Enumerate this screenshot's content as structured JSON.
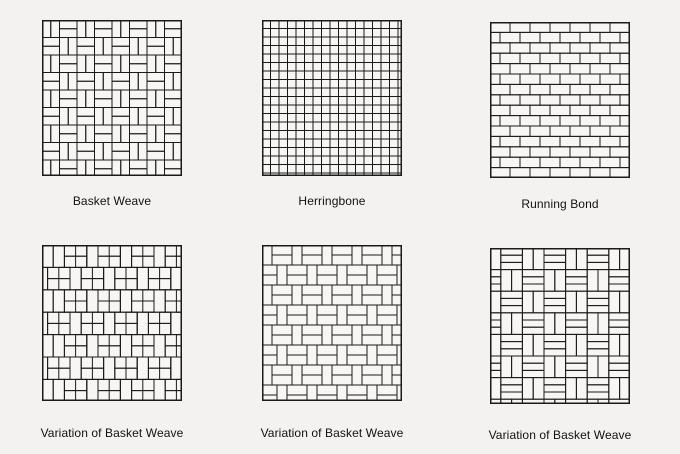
{
  "figure": {
    "colors": {
      "background": "#f3f2f0",
      "line": "#1a1a1a"
    },
    "panels": [
      {
        "id": "basket-weave",
        "pattern": "basket-weave-alternating",
        "caption": "Basket Weave"
      },
      {
        "id": "herringbone",
        "pattern": "herringbone",
        "caption": "Herringbone"
      },
      {
        "id": "running-bond",
        "pattern": "running-bond",
        "caption": "Running Bond"
      },
      {
        "id": "basket-weave-variation-1",
        "pattern": "basket-weave-pairs",
        "caption": "Variation of Basket Weave"
      },
      {
        "id": "basket-weave-variation-2",
        "pattern": "stacked-vertical-pairs",
        "caption": "Variation of Basket Weave"
      },
      {
        "id": "basket-weave-variation-3",
        "pattern": "pinwheel-blocks",
        "caption": "Variation of Basket Weave"
      }
    ]
  }
}
